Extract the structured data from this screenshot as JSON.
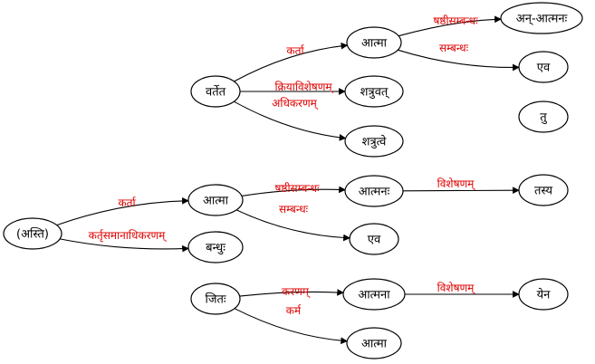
{
  "nodes": [
    {
      "id": "n_asti",
      "label": "(अस्ति)"
    },
    {
      "id": "n_atma1",
      "label": "आत्मा"
    },
    {
      "id": "n_bandhu",
      "label": "बन्धुः"
    },
    {
      "id": "n_atmanah",
      "label": "आत्मनः"
    },
    {
      "id": "n_eva1",
      "label": "एव"
    },
    {
      "id": "n_tasya",
      "label": "तस्य"
    },
    {
      "id": "n_jitah",
      "label": "जितः"
    },
    {
      "id": "n_atmana",
      "label": "आत्मना"
    },
    {
      "id": "n_atma2",
      "label": "आत्मा"
    },
    {
      "id": "n_yena",
      "label": "येन"
    },
    {
      "id": "n_vartet",
      "label": "वर्तेत"
    },
    {
      "id": "n_atma3",
      "label": "आत्मा"
    },
    {
      "id": "n_shatruvat",
      "label": "शत्रुवत्"
    },
    {
      "id": "n_shatrutve",
      "label": "शत्रुत्वे"
    },
    {
      "id": "n_an_atmanah",
      "label": "अन्-आत्मनः"
    },
    {
      "id": "n_eva2",
      "label": "एव"
    },
    {
      "id": "n_tu",
      "label": "तु"
    }
  ],
  "edges": [
    {
      "id": "e1",
      "from": "n_asti",
      "to": "n_atma1",
      "label": "कर्ता"
    },
    {
      "id": "e2",
      "from": "n_asti",
      "to": "n_bandhu",
      "label": "कर्तृसमानाधिकरणम्"
    },
    {
      "id": "e3",
      "from": "n_atma1",
      "to": "n_atmanah",
      "label": "षष्ठीसम्बन्धः"
    },
    {
      "id": "e4",
      "from": "n_atma1",
      "to": "n_eva1",
      "label": "सम्बन्धः"
    },
    {
      "id": "e5",
      "from": "n_atmanah",
      "to": "n_tasya",
      "label": "विशेषणम्"
    },
    {
      "id": "e6",
      "from": "n_jitah",
      "to": "n_atmana",
      "label": "करणम्"
    },
    {
      "id": "e7",
      "from": "n_jitah",
      "to": "n_atma2",
      "label": "कर्म"
    },
    {
      "id": "e8",
      "from": "n_atmana",
      "to": "n_yena",
      "label": "विशेषणम्"
    },
    {
      "id": "e9",
      "from": "n_vartet",
      "to": "n_atma3",
      "label": "कर्ता"
    },
    {
      "id": "e10",
      "from": "n_vartet",
      "to": "n_shatruvat",
      "label": "क्रियाविशेषणम्"
    },
    {
      "id": "e11",
      "from": "n_vartet",
      "to": "n_shatrutve",
      "label": "अधिकरणम्"
    },
    {
      "id": "e12",
      "from": "n_atma3",
      "to": "n_an_atmanah",
      "label": "षष्ठीसम्बन्धः"
    },
    {
      "id": "e13",
      "from": "n_atma3",
      "to": "n_eva2",
      "label": "सम्बन्धः"
    }
  ],
  "colors": {
    "edge_label": "#e00000",
    "node_stroke": "#000000",
    "background": "#ffffff"
  }
}
